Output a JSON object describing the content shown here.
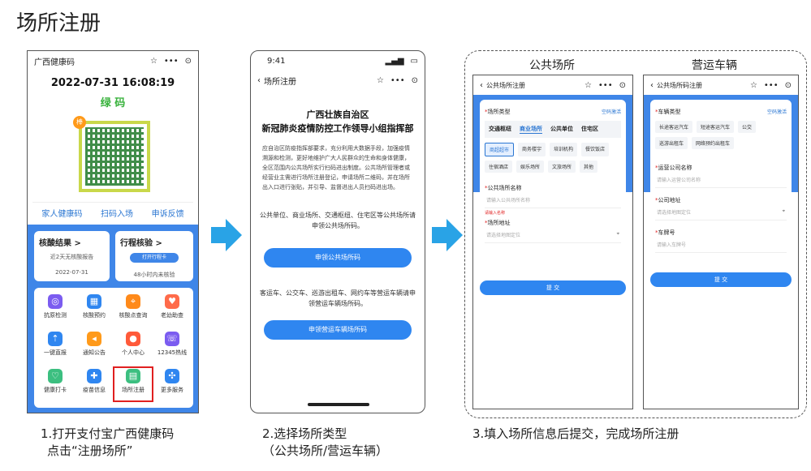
{
  "page_title": "场所注册",
  "phone1": {
    "title": "广西健康码",
    "datetime": "2022-07-31 16:08:19",
    "code_label": "绿 码",
    "badge": "棒",
    "links": [
      "家人健康码",
      "扫码入场",
      "申诉反馈"
    ],
    "card1": {
      "title": "核酸结果 >",
      "sub": "近2天无核酸报告",
      "date": "2022-07-31"
    },
    "card2": {
      "title": "行程核验 >",
      "pill": "打开行程卡",
      "sub": "48小时内未核验"
    },
    "grid": [
      {
        "label": "抗原检测",
        "color": "#7b5cf0",
        "icon": "antigen-icon"
      },
      {
        "label": "核酸预约",
        "color": "#2f86f0",
        "icon": "calendar-icon"
      },
      {
        "label": "核酸点查询",
        "color": "#ff8a1a",
        "icon": "location-icon"
      },
      {
        "label": "老幼助查",
        "color": "#ff6b4a",
        "icon": "care-icon"
      },
      {
        "label": "一键直报",
        "color": "#2f86f0",
        "icon": "report-icon"
      },
      {
        "label": "通知公告",
        "color": "#ff9a1a",
        "icon": "speaker-icon"
      },
      {
        "label": "个人中心",
        "color": "#ff5a3a",
        "icon": "user-icon"
      },
      {
        "label": "12345热线",
        "color": "#7b5cf0",
        "icon": "phone-icon"
      },
      {
        "label": "健康打卡",
        "color": "#3cbf80",
        "icon": "heart-icon"
      },
      {
        "label": "疫苗信息",
        "color": "#2f86f0",
        "icon": "vaccine-icon"
      },
      {
        "label": "场所注册",
        "color": "#3cbf80",
        "icon": "register-icon"
      },
      {
        "label": "更多服务",
        "color": "#2f86f0",
        "icon": "more-icon"
      }
    ]
  },
  "phone2": {
    "time": "9:41",
    "nav_title": "场所注册",
    "heading_line1": "广西壮族自治区",
    "heading_line2": "新冠肺炎疫情防控工作领导小组指挥部",
    "body": "应自治区防疫指挥部要求，充分利用大数据手段，加强疫情溯源和检测，更好地维护广大人民群众的生命和身体健康，全区范围内公共场所实行扫码进出制度。公共场所管理者或经营业主需进行场所注册登记，申请场所二维码，并在场所出入口进行张贴，并引导、监督进出人员扫码进出场。",
    "desc1": "公共单位、商业场所、交通枢纽、住宅区等公共场所请申领公共场所码。",
    "btn1": "申领公共场所码",
    "desc2": "客运车、公交车、巡游出租车、网约车等营运车辆请申领营运车辆场所码。",
    "btn2": "申领营运车辆场所码"
  },
  "section_left": "公共场所",
  "section_right": "营运车辆",
  "phone3": {
    "nav_title": "公共场所注册",
    "type_label": "场所类型",
    "scan": "空码激活",
    "tabs": [
      "交通枢纽",
      "商业场所",
      "公共单位",
      "住宅区"
    ],
    "chips": [
      "商超超市",
      "商务楼宇",
      "培训机构",
      "餐饮饭店",
      "住宿酒店",
      "娱乐场所",
      "文旅场所",
      "其他"
    ],
    "name_label": "公共场所名称",
    "name_ph": "请输入公共场所名称",
    "error": "请输入名称",
    "addr_label": "场所地址",
    "addr_ph": "请选择地图定位",
    "submit": "提 交"
  },
  "phone4": {
    "nav_title": "公共场所码注册",
    "type_label": "车辆类型",
    "scan": "空码激活",
    "chips": [
      "长途客运汽车",
      "短途客运汽车",
      "公交",
      "巡游出租车",
      "网络预约出租车"
    ],
    "company_label": "运营公司名称",
    "company_ph": "请输入运营公司名称",
    "addr_label": "公司地址",
    "addr_ph": "请选择地图定位",
    "plate_label": "车牌号",
    "plate_ph": "请输入车牌号",
    "submit": "提 交"
  },
  "captions": {
    "c1_line1": "1.打开支付宝广西健康码",
    "c1_line2": "点击“注册场所”",
    "c2_line1": "2.选择场所类型",
    "c2_line2": "（公共场所/营运车辆）",
    "c3": "3.填入场所信息后提交，完成场所注册"
  },
  "colors": {
    "accent": "#2f86f0",
    "arrow": "#29a3e6",
    "highlight": "#e02020"
  }
}
